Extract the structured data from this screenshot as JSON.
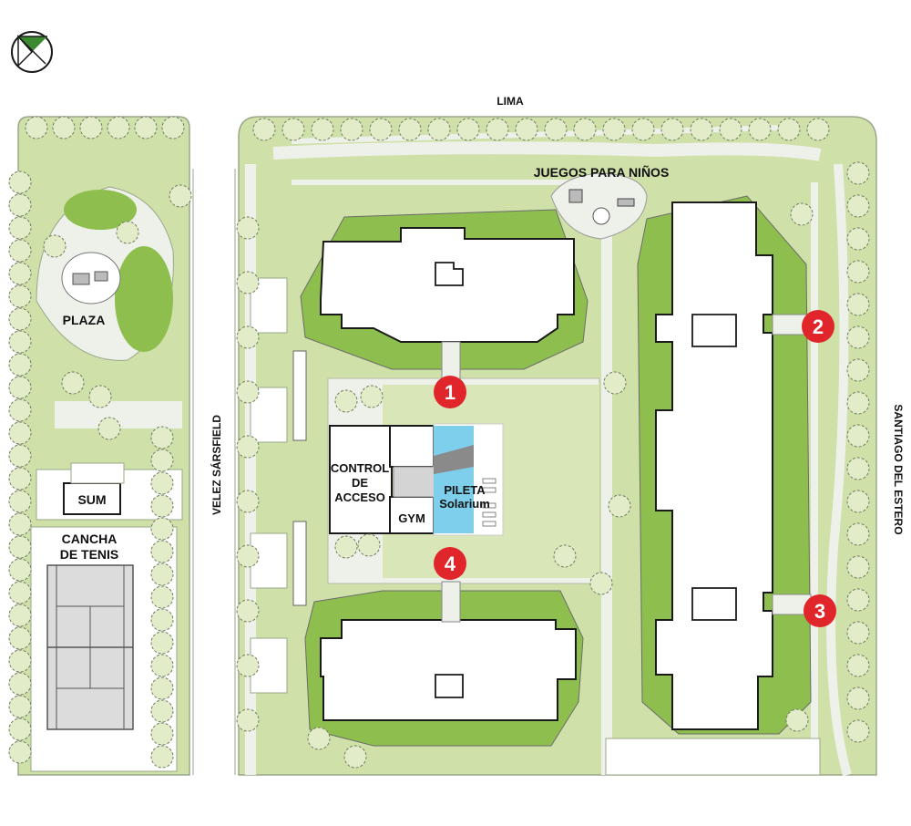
{
  "streets": {
    "north": "LIMA",
    "west": "VELEZ SÁRSFIELD",
    "east": "SANTIAGO DEL ESTERO"
  },
  "amenities": {
    "playground": "JUEGOS PARA NIÑOS",
    "plaza": "PLAZA",
    "sum": "SUM",
    "tennis_line1": "CANCHA",
    "tennis_line2": "DE TENIS",
    "control_line1": "CONTROL",
    "control_line2": "DE",
    "control_line3": "ACCESO",
    "gym": "GYM",
    "pool_line1": "PILETA",
    "pool_line2": "Solarium"
  },
  "markers": [
    "1",
    "2",
    "3",
    "4"
  ],
  "colors": {
    "lawn": "#cfe0a8",
    "garden": "#8ebf4e",
    "path": "#eef1ea",
    "building": "#ffffff",
    "building_outline": "#1a1a1a",
    "pool": "#7ecfec",
    "court": "#dcdcdc",
    "marker": "#e0262b",
    "compass": "#3c8a30"
  },
  "icons": {
    "compass": "compass-icon",
    "tree": "tree-icon",
    "marker": "location-marker-icon"
  }
}
